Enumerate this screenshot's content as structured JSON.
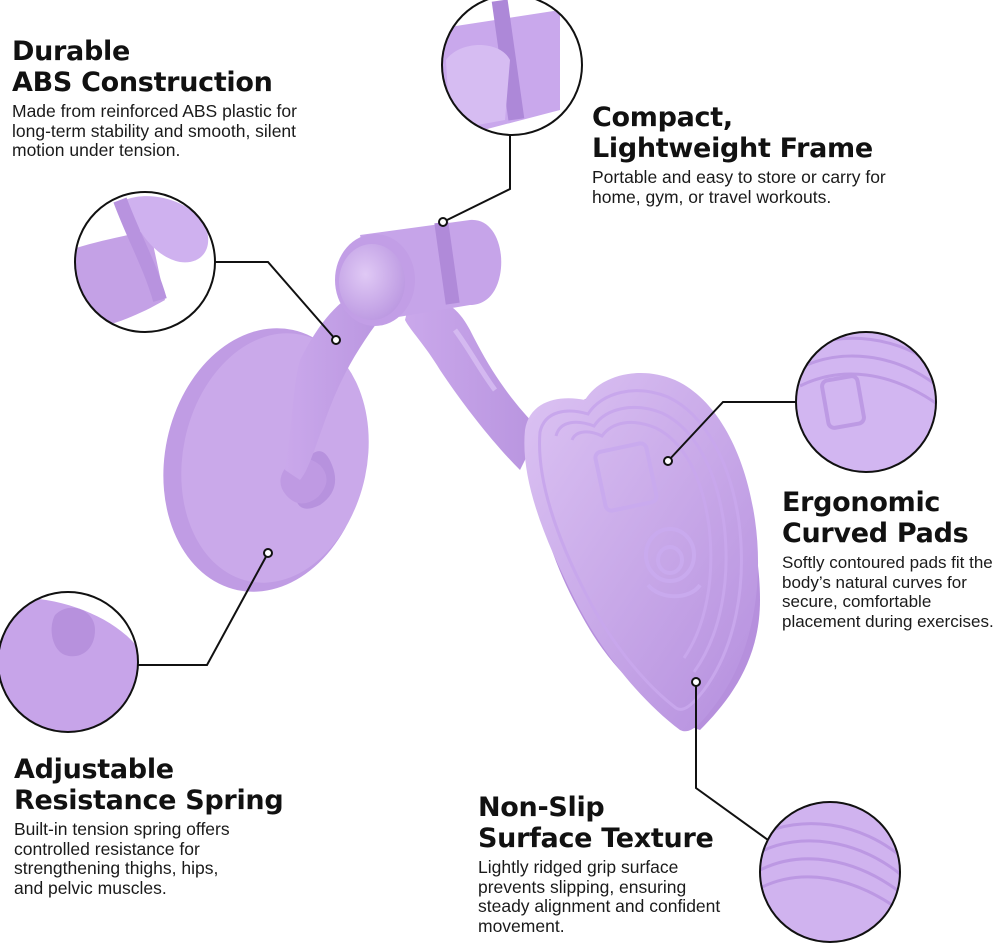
{
  "features": {
    "abs": {
      "title_line1": "Durable",
      "title_line2": "ABS Construction",
      "description": "Made from reinforced ABS plastic for long-term stability and smooth, silent motion under tension."
    },
    "frame": {
      "title_line1": "Compact,",
      "title_line2": "Lightweight Frame",
      "description": "Portable and easy to store or carry for home, gym, or travel workouts."
    },
    "pads": {
      "title_line1": "Ergonomic",
      "title_line2": "Curved Pads",
      "description": "Softly contoured pads fit the body’s natural curves for secure, comfortable placement during exercises."
    },
    "spring": {
      "title_line1": "Adjustable",
      "title_line2": "Resistance Spring",
      "description": "Built-in tension spring offers controlled resistance for strengthening thighs, hips, and pelvic muscles."
    },
    "texture": {
      "title_line1": "Non-Slip",
      "title_line2": "Surface Texture",
      "description": "Lightly ridged grip surface prevents slipping, ensuring steady alignment and confident movement."
    }
  },
  "colors": {
    "product": "#c9a6e8",
    "product_light": "#dcc2f2",
    "product_dark": "#a47fd0",
    "text": "#111111",
    "line": "#111111"
  }
}
